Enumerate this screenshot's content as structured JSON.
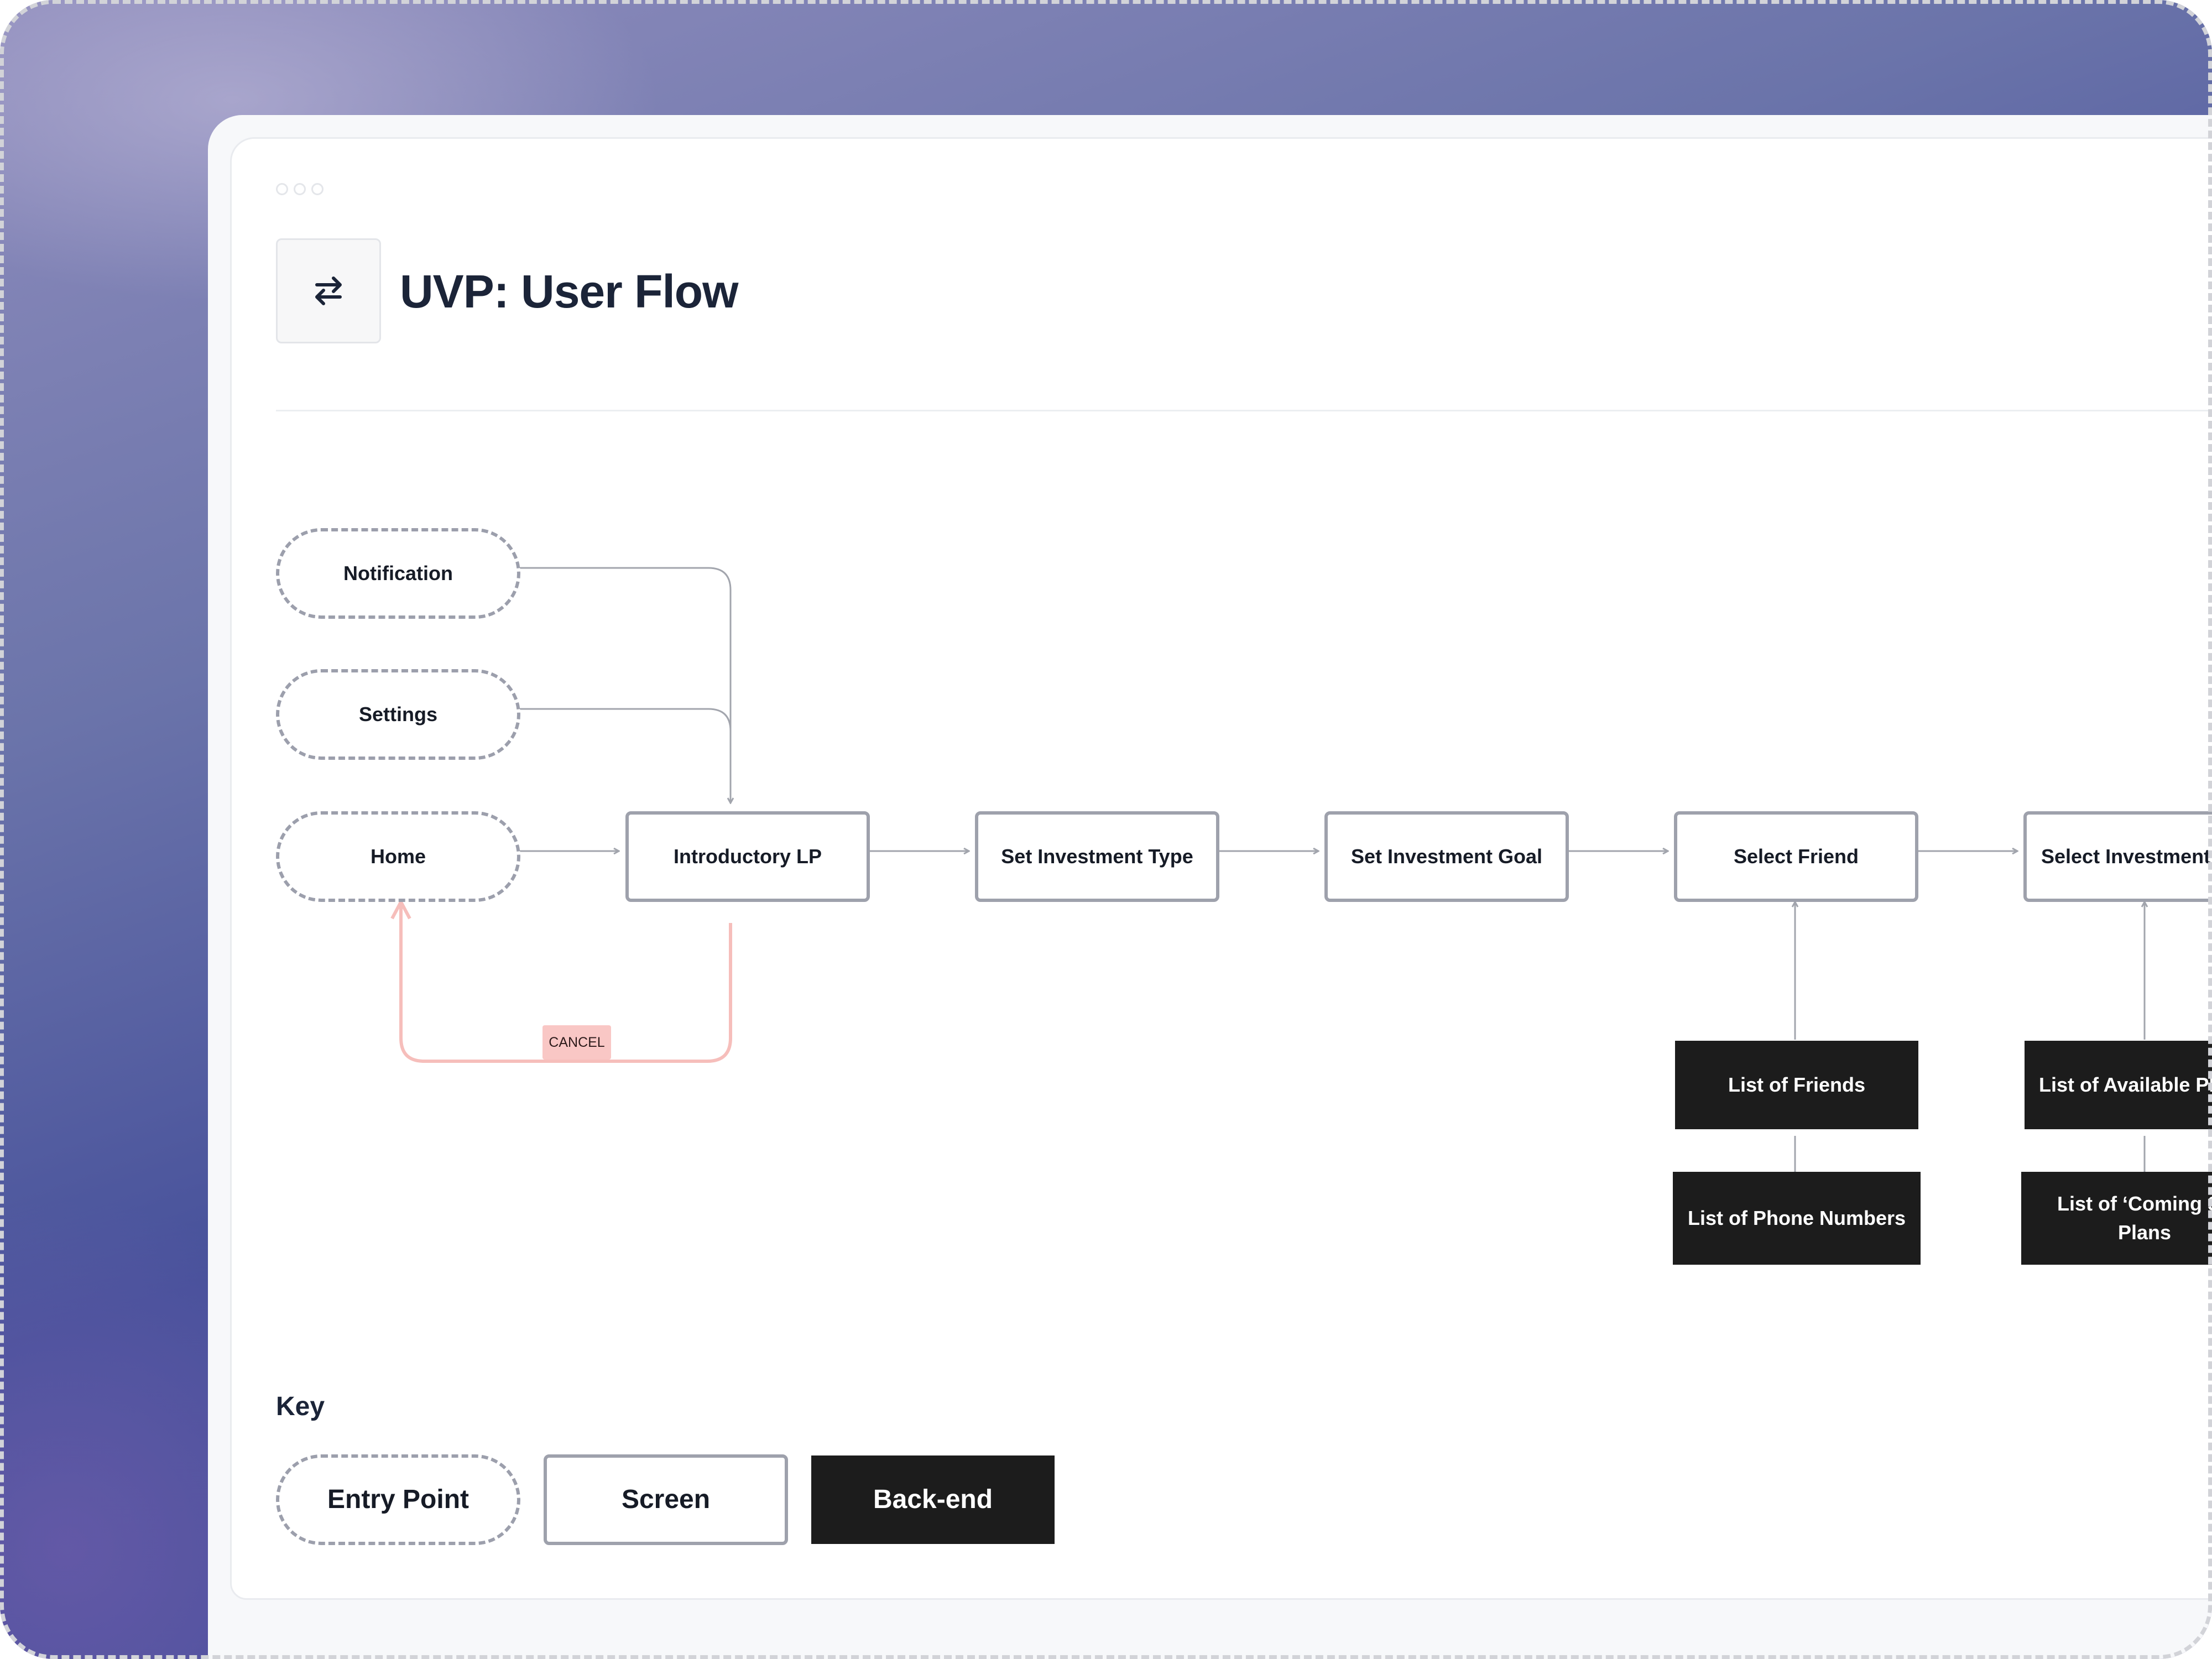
{
  "window": {
    "title": "UVP: User Flow",
    "icon": "arrows-exchange-icon"
  },
  "diagram": {
    "entry_points": {
      "notification": "Notification",
      "settings": "Settings",
      "home": "Home"
    },
    "screens": {
      "introductory_lp": "Introductory LP",
      "set_investment_type": "Set Investment Type",
      "set_investment_goal": "Set Investment Goal",
      "select_friend": "Select Friend",
      "select_investment": "Select Investment Pl"
    },
    "backend": {
      "list_of_friends": "List of Friends",
      "list_of_phone_numbers": "List of Phone Numbers",
      "list_of_available_plans": "List of Available Pl",
      "list_of_coming_soon_plans": "List of ‘Coming Se Plans"
    },
    "cancel_label": "CANCEL",
    "colors": {
      "connector": "#a2a5ad",
      "cancel_path": "#f6bebb",
      "backend_fill": "#1c1c1c"
    }
  },
  "key": {
    "title": "Key",
    "entry_point": "Entry Point",
    "screen": "Screen",
    "backend": "Back-end"
  }
}
